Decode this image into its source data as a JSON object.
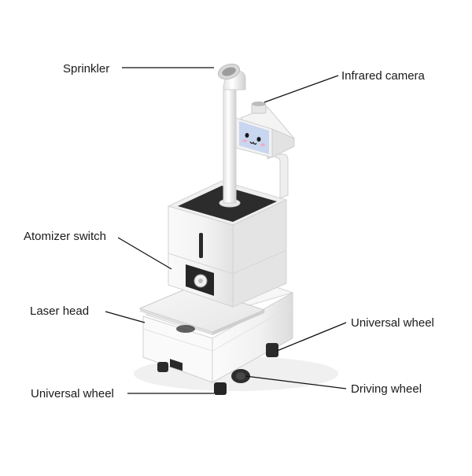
{
  "labels": {
    "sprinkler": "Sprinkler",
    "infrared_camera": "Infrared camera",
    "atomizer_switch": "Atomizer switch",
    "laser_head": "Laser head",
    "universal_wheel_right": "Universal wheel",
    "driving_wheel": "Driving wheel",
    "universal_wheel_left": "Universal wheel"
  },
  "colors": {
    "body": "#f4f4f4",
    "outline": "#d2d2d2",
    "dark": "#2a2a2a",
    "face_screen": "#c9d6ef",
    "leader_line": "#111111"
  }
}
